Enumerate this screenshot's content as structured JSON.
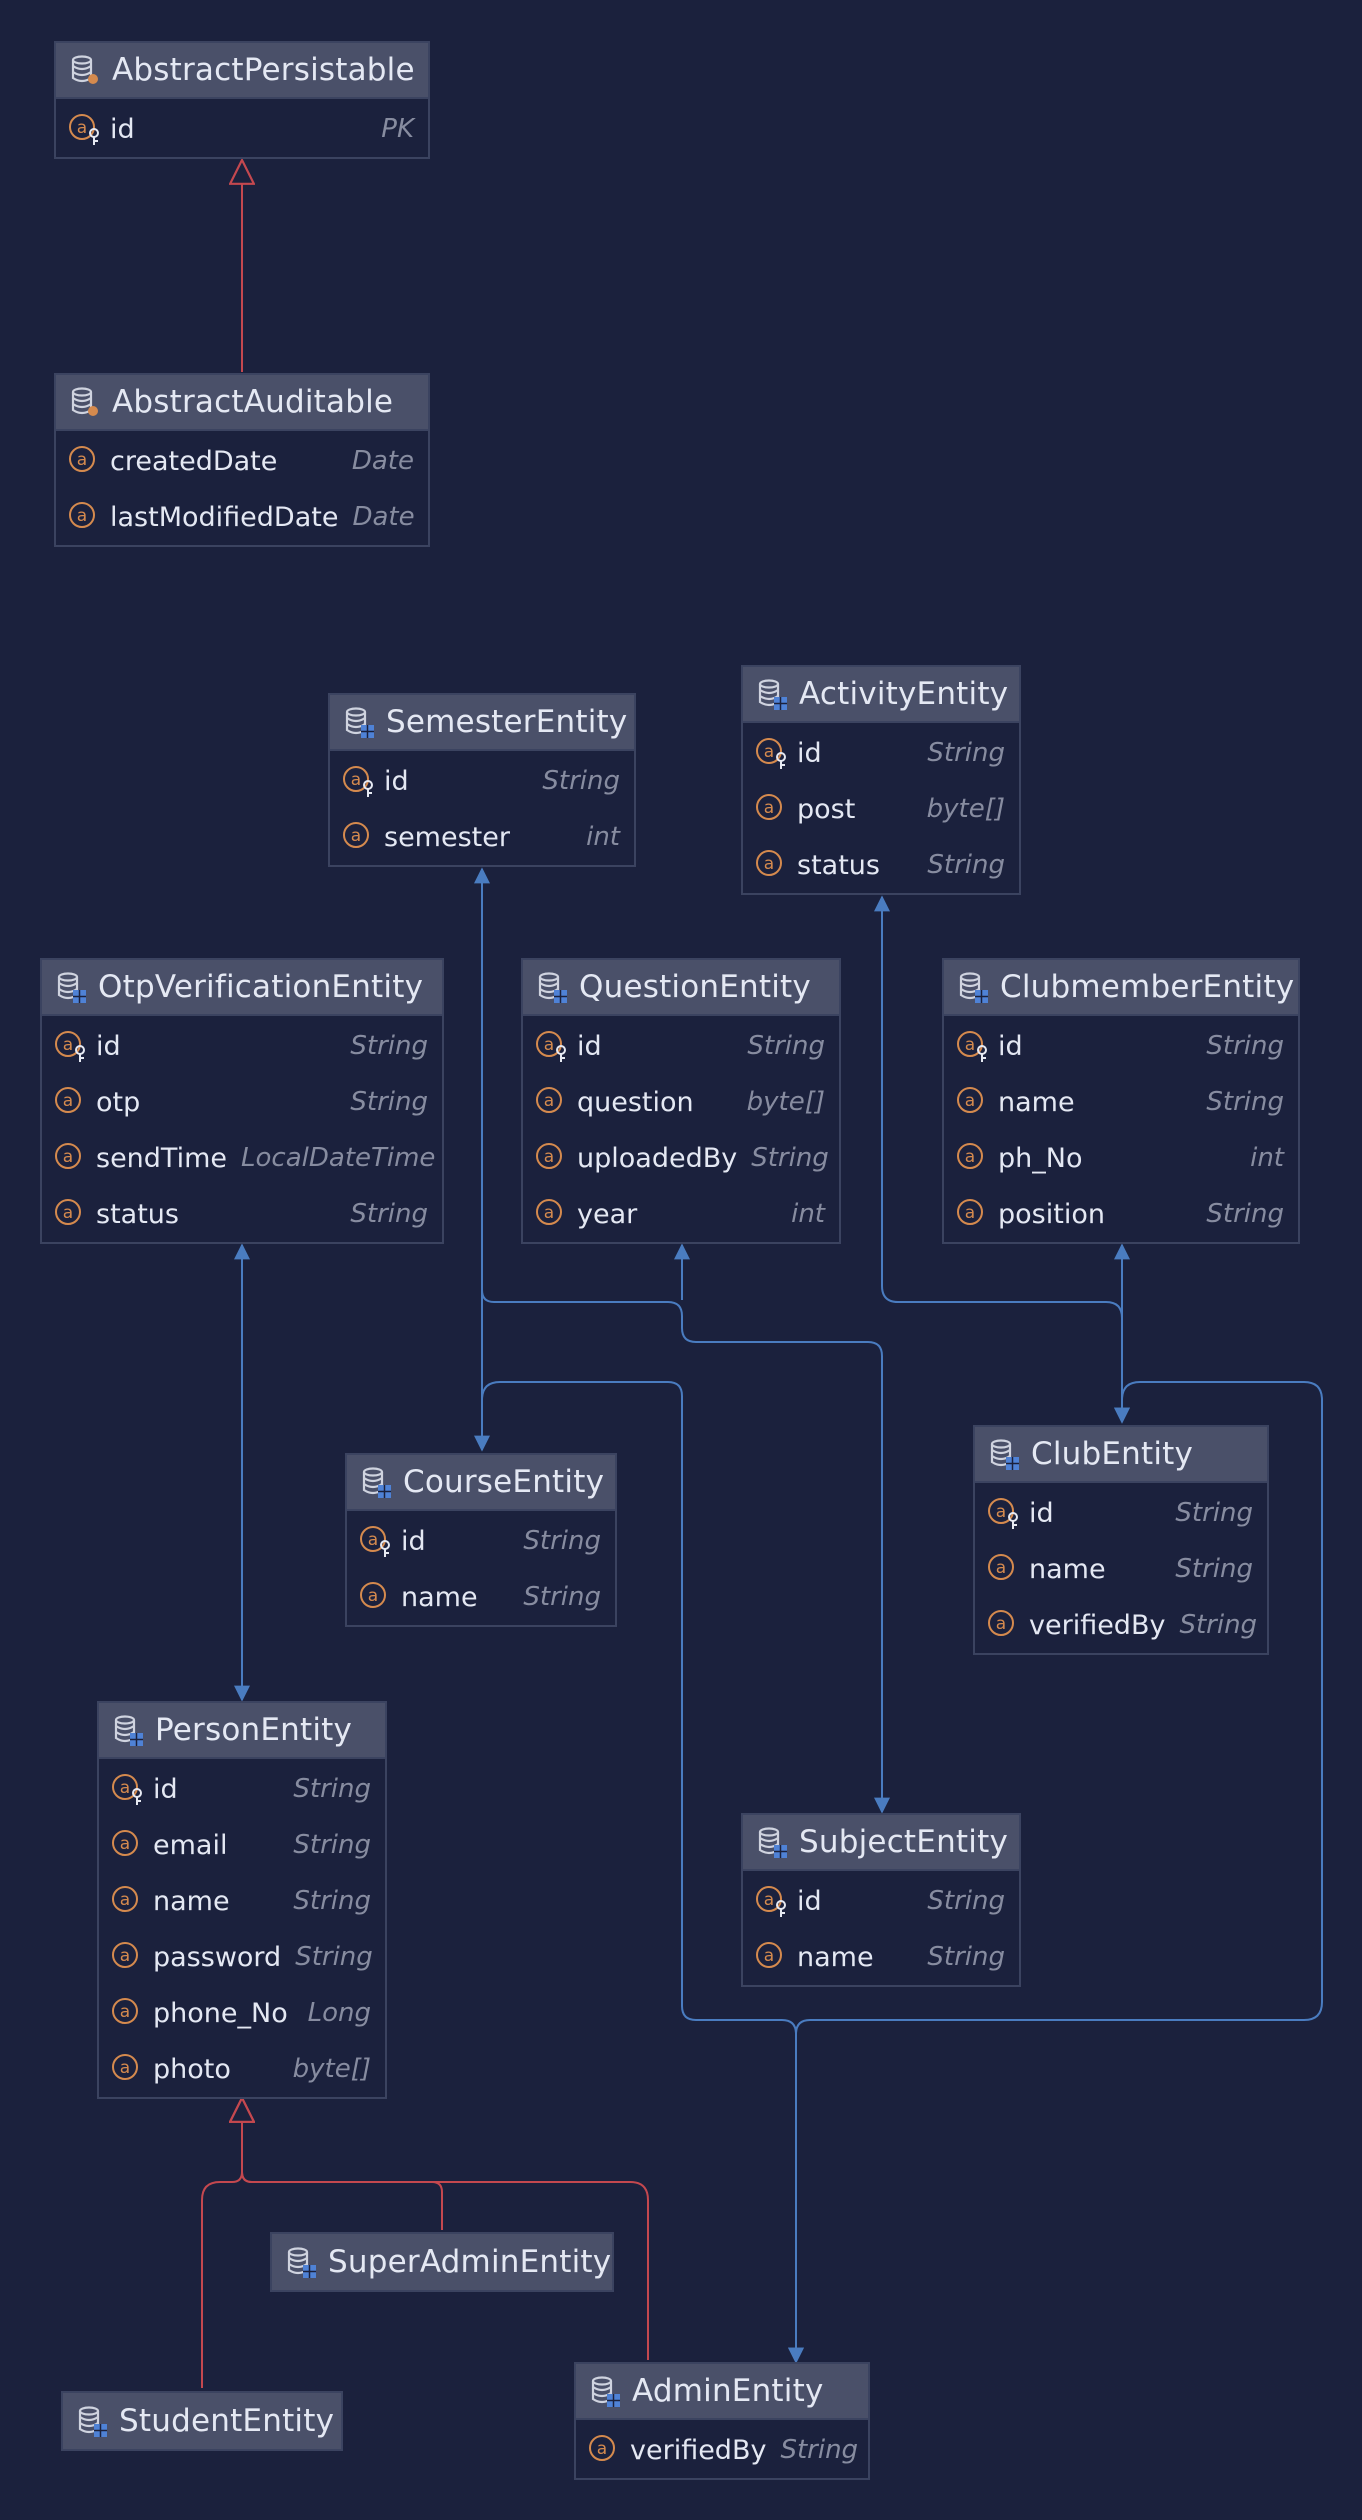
{
  "colors": {
    "background": "#1b213d",
    "header": "#4a5069",
    "border": "#3b4360",
    "association_edge": "#4a7cc0",
    "inheritance_edge": "#c4484f",
    "field_icon": "#d58a4e",
    "entity_icon_badge": "#4f82d6"
  },
  "entities": {
    "abstractPersistable": {
      "name": "AbstractPersistable",
      "icon": "abstract-entity-icon",
      "fields": [
        {
          "name": "id",
          "type": "PK",
          "key": true
        }
      ]
    },
    "abstractAuditable": {
      "name": "AbstractAuditable",
      "icon": "abstract-entity-icon",
      "fields": [
        {
          "name": "createdDate",
          "type": "Date"
        },
        {
          "name": "lastModifiedDate",
          "type": "Date"
        }
      ]
    },
    "semesterEntity": {
      "name": "SemesterEntity",
      "icon": "entity-icon",
      "fields": [
        {
          "name": "id",
          "type": "String",
          "key": true
        },
        {
          "name": "semester",
          "type": "int"
        }
      ]
    },
    "activityEntity": {
      "name": "ActivityEntity",
      "icon": "entity-icon",
      "fields": [
        {
          "name": "id",
          "type": "String",
          "key": true
        },
        {
          "name": "post",
          "type": "byte[]"
        },
        {
          "name": "status",
          "type": "String"
        }
      ]
    },
    "otpVerificationEntity": {
      "name": "OtpVerificationEntity",
      "icon": "entity-icon",
      "fields": [
        {
          "name": "id",
          "type": "String",
          "key": true
        },
        {
          "name": "otp",
          "type": "String"
        },
        {
          "name": "sendTime",
          "type": "LocalDateTime"
        },
        {
          "name": "status",
          "type": "String"
        }
      ]
    },
    "questionEntity": {
      "name": "QuestionEntity",
      "icon": "entity-icon",
      "fields": [
        {
          "name": "id",
          "type": "String",
          "key": true
        },
        {
          "name": "question",
          "type": "byte[]"
        },
        {
          "name": "uploadedBy",
          "type": "String"
        },
        {
          "name": "year",
          "type": "int"
        }
      ]
    },
    "clubmemberEntity": {
      "name": "ClubmemberEntity",
      "icon": "entity-icon",
      "fields": [
        {
          "name": "id",
          "type": "String",
          "key": true
        },
        {
          "name": "name",
          "type": "String"
        },
        {
          "name": "ph_No",
          "type": "int"
        },
        {
          "name": "position",
          "type": "String"
        }
      ]
    },
    "courseEntity": {
      "name": "CourseEntity",
      "icon": "entity-icon",
      "fields": [
        {
          "name": "id",
          "type": "String",
          "key": true
        },
        {
          "name": "name",
          "type": "String"
        }
      ]
    },
    "clubEntity": {
      "name": "ClubEntity",
      "icon": "entity-icon",
      "fields": [
        {
          "name": "id",
          "type": "String",
          "key": true
        },
        {
          "name": "name",
          "type": "String"
        },
        {
          "name": "verifiedBy",
          "type": "String"
        }
      ]
    },
    "personEntity": {
      "name": "PersonEntity",
      "icon": "entity-icon",
      "fields": [
        {
          "name": "id",
          "type": "String",
          "key": true
        },
        {
          "name": "email",
          "type": "String"
        },
        {
          "name": "name",
          "type": "String"
        },
        {
          "name": "password",
          "type": "String"
        },
        {
          "name": "phone_No",
          "type": "Long"
        },
        {
          "name": "photo",
          "type": "byte[]"
        }
      ]
    },
    "subjectEntity": {
      "name": "SubjectEntity",
      "icon": "entity-icon",
      "fields": [
        {
          "name": "id",
          "type": "String",
          "key": true
        },
        {
          "name": "name",
          "type": "String"
        }
      ]
    },
    "superAdminEntity": {
      "name": "SuperAdminEntity",
      "icon": "entity-icon",
      "fields": []
    },
    "studentEntity": {
      "name": "StudentEntity",
      "icon": "entity-icon",
      "fields": []
    },
    "adminEntity": {
      "name": "AdminEntity",
      "icon": "entity-icon",
      "fields": [
        {
          "name": "verifiedBy",
          "type": "String"
        }
      ]
    }
  }
}
